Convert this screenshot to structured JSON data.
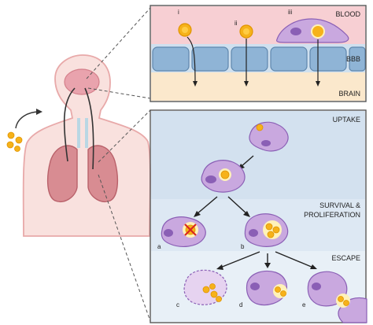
{
  "top_panel": {
    "compartments": [
      "BLOOD",
      "BBB",
      "BRAIN"
    ],
    "routes": [
      "i",
      "ii",
      "iii"
    ]
  },
  "bottom_panel": {
    "stages": [
      "UPTAKE",
      "SURVIVAL &",
      "PROLIFERATION",
      "ESCAPE"
    ],
    "outcomes": [
      "a",
      "b",
      "c",
      "d",
      "e"
    ]
  },
  "colors": {
    "blood": "#f7cfd3",
    "bbb_cell": "#8fb4d6",
    "brain": "#fbe8cc",
    "panel_bg": "#d5e2f0",
    "cell": "#c9a8df",
    "cell_nucleus": "#8a5fb5",
    "fungus": "#f6b21a",
    "body_skin": "#f9e1de",
    "lung": "#d88c92"
  }
}
